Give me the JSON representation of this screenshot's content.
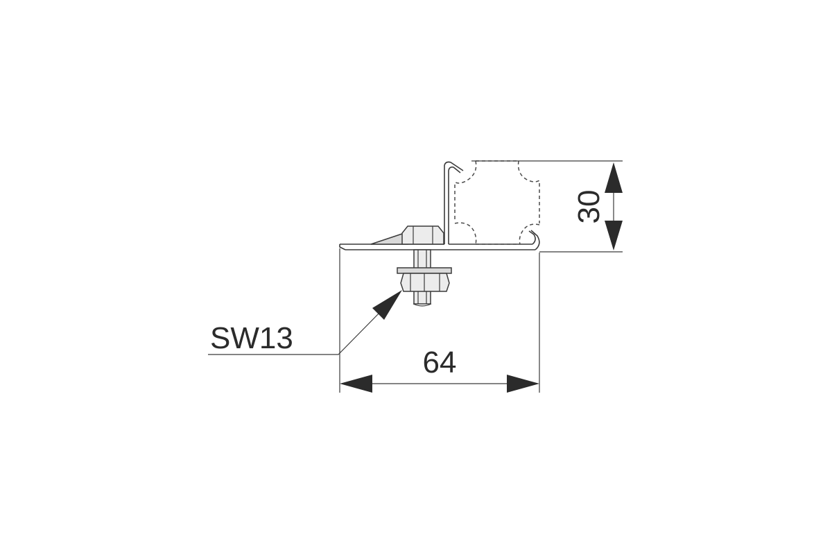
{
  "labels": {
    "wrench_size": "SW13",
    "width": "64",
    "height": "30"
  }
}
